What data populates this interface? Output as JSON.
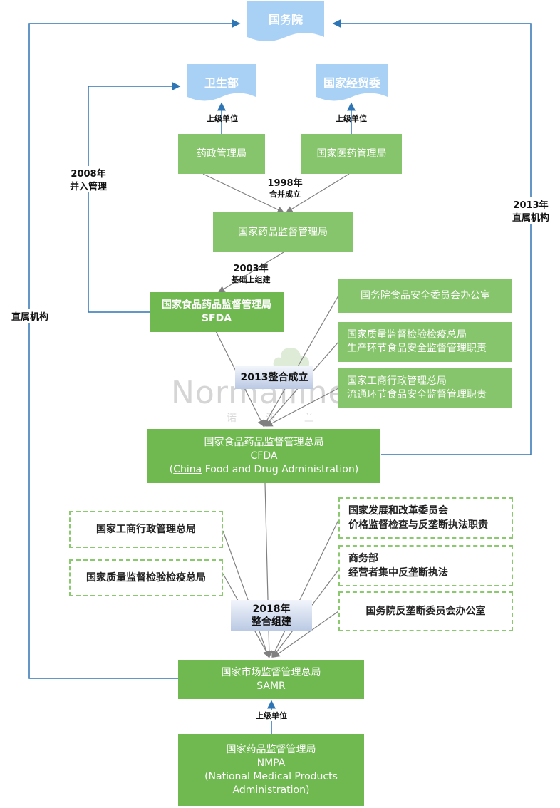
{
  "top": {
    "state_council": "国务院",
    "moh": "卫生部",
    "setc": "国家经贸委"
  },
  "labels": {
    "superior_unit_1": "上级单位",
    "superior_unit_2": "上级单位",
    "superior_unit_3": "上级单位",
    "y1998": "1998年",
    "y1998_sub": "合并成立",
    "y2003": "2003年",
    "y2003_sub": "基础上组建",
    "y2008_line1": "2008年",
    "y2008_line2": "并入管理",
    "y2013_line1": "2013年",
    "y2013_line2": "直属机构",
    "direct_left": "直属机构"
  },
  "boxes": {
    "pharma_admin": "药政管理局",
    "sapm": "国家医药管理局",
    "sda": "国家药品监督管理局",
    "sfda_cn": "国家食品药品监督管理局",
    "sfda_en": "SFDA",
    "council_food_office": "国务院食品安全委员会办公室",
    "aqsiq_line1": "国家质量监督检验检疫总局",
    "aqsiq_line2": "生产环节食品安全监督管理职责",
    "saic_line1": "国家工商行政管理总局",
    "saic_line2": "流通环节食品安全监督管理职责",
    "cfda_cn": "国家食品药品监督管理总局",
    "cfda_abbr_c": "C",
    "cfda_abbr_rest": "FDA",
    "cfda_en_open": "(",
    "cfda_en_china": "China",
    "cfda_en_rest": " Food and Drug Administration)",
    "merge2013": "2013整合成立",
    "saic2": "国家工商行政管理总局",
    "aqsiq2": "国家质量监督检验检疫总局",
    "ndrc_line1": "国家发展和改革委员会",
    "ndrc_line2": "价格监督检查与反垄断执法职责",
    "mofcom_line1": "商务部",
    "mofcom_line2": "经营者集中反垄断执法",
    "antimonopoly": "国务院反垄断委员会办公室",
    "merge2018_line1": "2018年",
    "merge2018_line2": "整合组建",
    "samr_cn": "国家市场监督管理总局",
    "samr_en": "SAMR",
    "nmpa_cn": "国家药品监督管理局",
    "nmpa_abbr": "NMPA",
    "nmpa_en1": "(National Medical Products",
    "nmpa_en2": "Administration)"
  },
  "watermark": {
    "brand": "Normalline",
    "brand_cn": "诺 沃 兰"
  },
  "colors": {
    "box_green": "#70b950",
    "doc_blue": "#a9d1f5",
    "arrow_blue": "#2e75b6",
    "line_gray": "#808080",
    "dash_green": "#8ac96e"
  }
}
